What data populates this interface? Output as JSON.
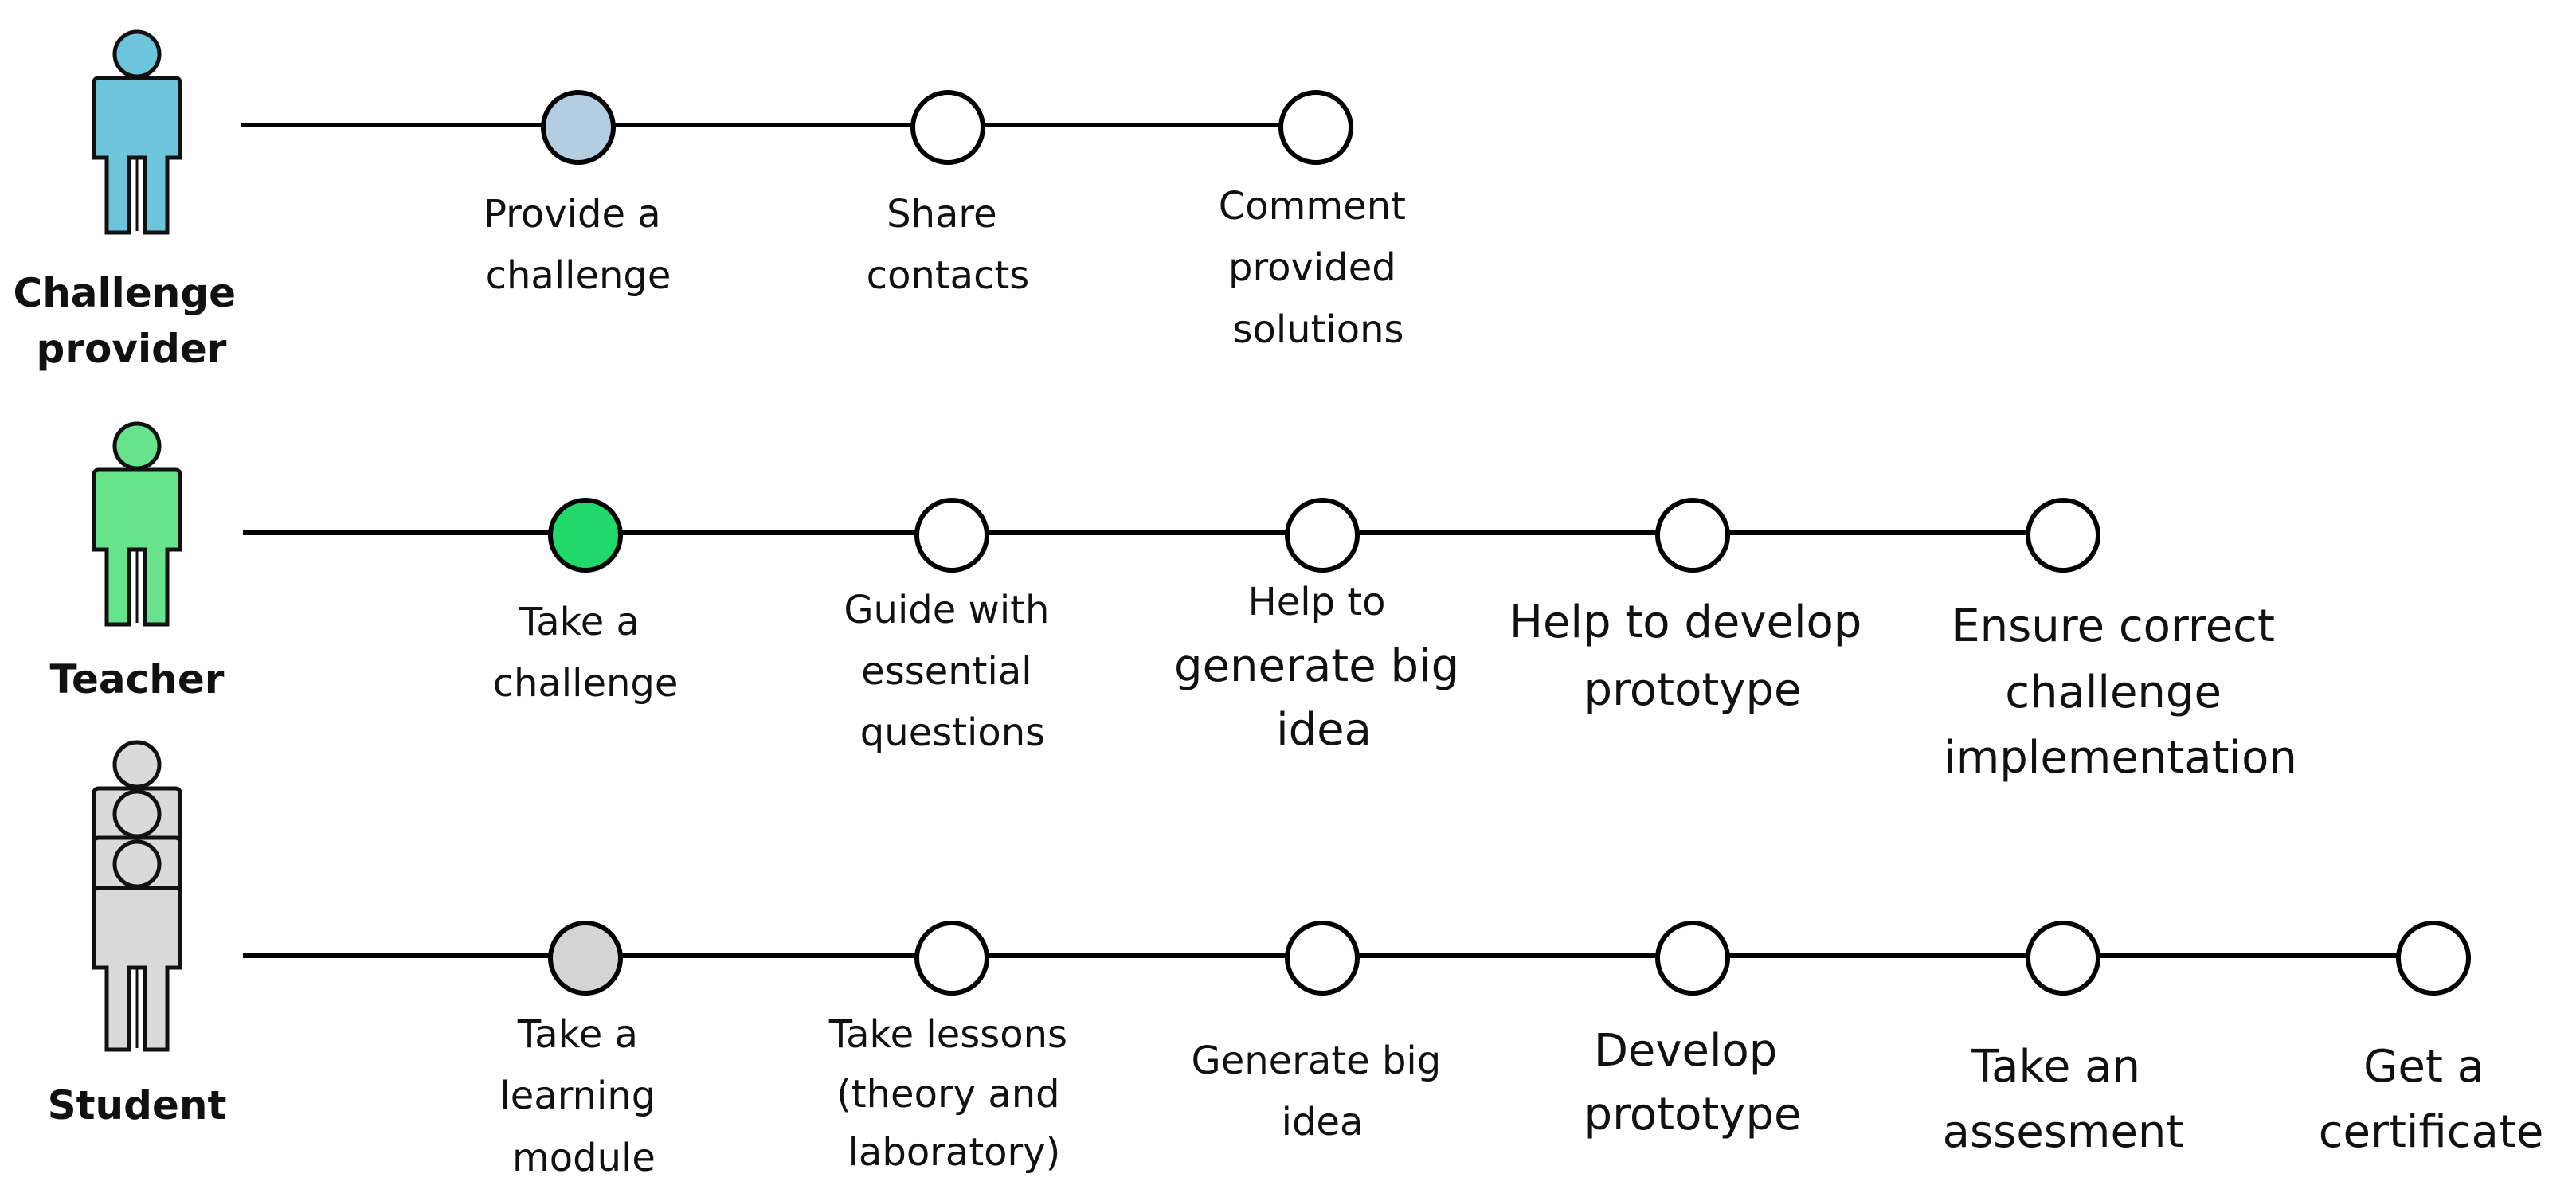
{
  "colors": {
    "line": "#000000",
    "challenge_provider_fill": "#6CC5DA",
    "challenge_provider_first_node": "#B3CDE3",
    "teacher_fill": "#66E38C",
    "teacher_first_node": "#21D96B",
    "student_fill": "#DADADA",
    "student_first_node": "#D4D4D4",
    "node_fill": "#FFFFFF"
  },
  "roles": [
    {
      "id": "challenge-provider",
      "label_lines": [
        "Challenge",
        "provider"
      ],
      "icon": "single-person-icon",
      "steps": [
        {
          "lines": [
            "Provide a",
            "challenge"
          ]
        },
        {
          "lines": [
            "Share",
            "contacts"
          ]
        },
        {
          "lines": [
            "Comment",
            "provided",
            "solutions"
          ]
        }
      ]
    },
    {
      "id": "teacher",
      "label_lines": [
        "Teacher"
      ],
      "icon": "single-person-icon",
      "steps": [
        {
          "lines": [
            "Take a",
            "challenge"
          ]
        },
        {
          "lines": [
            "Guide with",
            "essential",
            "questions"
          ]
        },
        {
          "lines": [
            "Help to",
            "generate big",
            "idea"
          ]
        },
        {
          "lines": [
            "Help to develop",
            "prototype"
          ]
        },
        {
          "lines": [
            "Ensure correct",
            "challenge",
            "implementation"
          ]
        }
      ]
    },
    {
      "id": "student",
      "label_lines": [
        "Student"
      ],
      "icon": "group-of-people-icon",
      "steps": [
        {
          "lines": [
            "Take a",
            "learning",
            "module"
          ]
        },
        {
          "lines": [
            "Take lessons",
            "(theory and",
            "laboratory)"
          ]
        },
        {
          "lines": [
            "Generate big",
            "idea"
          ]
        },
        {
          "lines": [
            "Develop",
            "prototype"
          ]
        },
        {
          "lines": [
            "Take an",
            "assesment"
          ]
        },
        {
          "lines": [
            "Get a",
            "certificate"
          ]
        }
      ]
    }
  ]
}
